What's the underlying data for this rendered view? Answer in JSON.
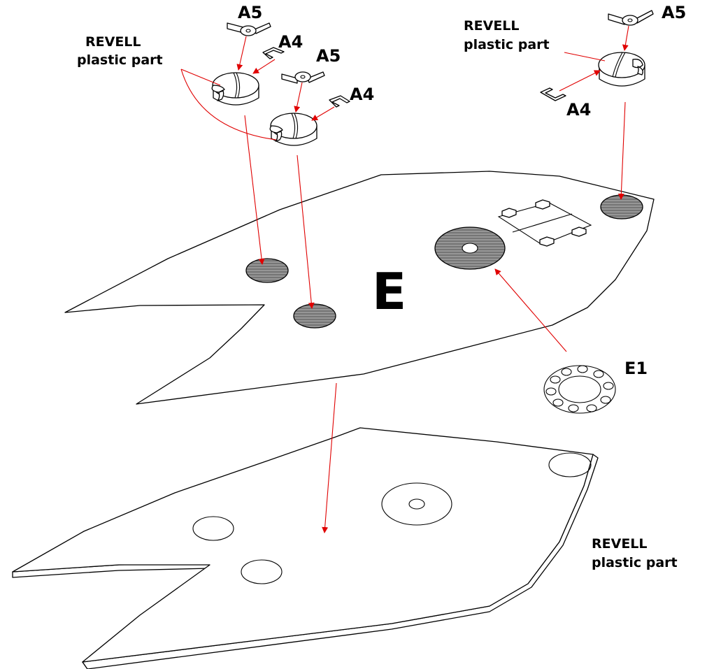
{
  "labels": {
    "revell_1_line1": "REVELL",
    "revell_1_line2": "plastic part",
    "revell_2_line1": "REVELL",
    "revell_2_line2": "plastic part",
    "revell_3_line1": "REVELL",
    "revell_3_line2": "plastic part",
    "a5_1": "A5",
    "a4_1": "A4",
    "a5_2": "A5",
    "a4_2": "A4",
    "a5_3": "A5",
    "a4_3": "A4",
    "sheet_e": "E",
    "part_e1": "E1"
  },
  "colors": {
    "outline": "#000000",
    "arrow": "#e00000",
    "hatch_fill": "#888888"
  },
  "icons": [
    "a5-wing-clip-icon",
    "a4-bracket-icon",
    "revell-cap-icon",
    "e1-ring-icon"
  ]
}
